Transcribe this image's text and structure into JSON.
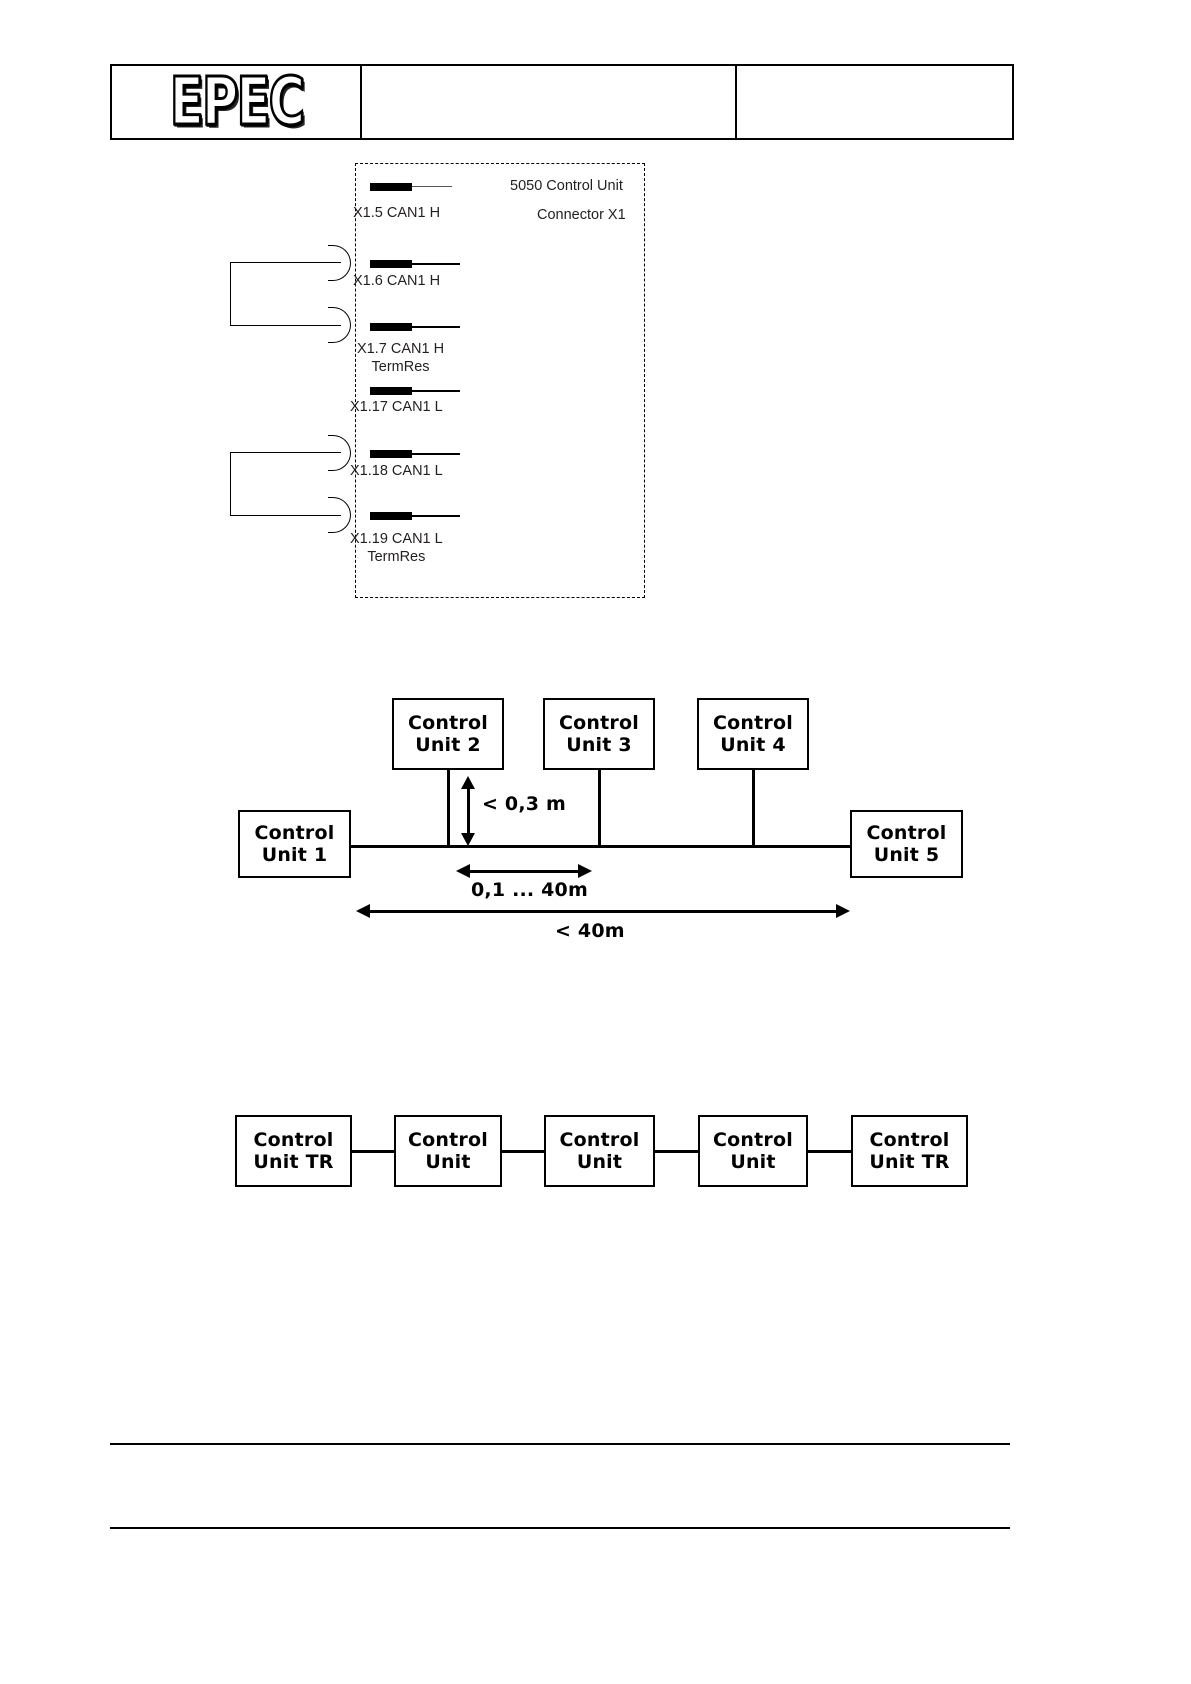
{
  "header": {
    "logo_text": "EPEC",
    "cells": [
      "EPEC",
      "",
      ""
    ]
  },
  "figure_connector": {
    "title_line1": "5050 Control Unit",
    "title_line2": "Connector X1",
    "pins": [
      {
        "id": "x1-5",
        "label": "X1.5 CAN1 H",
        "label2": ""
      },
      {
        "id": "x1-6",
        "label": "X1.6 CAN1 H",
        "label2": ""
      },
      {
        "id": "x1-7",
        "label": "X1.7 CAN1 H",
        "label2": "TermRes"
      },
      {
        "id": "x1-17",
        "label": "X1.17 CAN1 L",
        "label2": ""
      },
      {
        "id": "x1-18",
        "label": "X1.18 CAN1 L",
        "label2": ""
      },
      {
        "id": "x1-19",
        "label": "X1.19 CAN1 L",
        "label2": "TermRes"
      }
    ],
    "jumpers": [
      {
        "from": "X1.6 CAN1 H",
        "to": "X1.7 CAN1 H TermRes"
      },
      {
        "from": "X1.18 CAN1 L",
        "to": "X1.19 CAN1 L TermRes"
      }
    ]
  },
  "figure_bus": {
    "units": [
      {
        "id": "cu1",
        "line1": "Control",
        "line2": "Unit 1"
      },
      {
        "id": "cu2",
        "line1": "Control",
        "line2": "Unit 2"
      },
      {
        "id": "cu3",
        "line1": "Control",
        "line2": "Unit 3"
      },
      {
        "id": "cu4",
        "line1": "Control",
        "line2": "Unit 4"
      },
      {
        "id": "cu5",
        "line1": "Control",
        "line2": "Unit 5"
      }
    ],
    "dimensions": {
      "stub_length": "< 0,3 m",
      "node_spacing": "0,1 ... 40m",
      "bus_total": "< 40m"
    }
  },
  "figure_chain": {
    "units": [
      {
        "id": "chain1",
        "line1": "Control",
        "line2": "Unit TR"
      },
      {
        "id": "chain2",
        "line1": "Control",
        "line2": "Unit"
      },
      {
        "id": "chain3",
        "line1": "Control",
        "line2": "Unit"
      },
      {
        "id": "chain4",
        "line1": "Control",
        "line2": "Unit"
      },
      {
        "id": "chain5",
        "line1": "Control",
        "line2": "Unit TR"
      }
    ]
  },
  "colors": {
    "ink": "#000000",
    "text_gray": "#231f20",
    "paper": "#ffffff"
  }
}
